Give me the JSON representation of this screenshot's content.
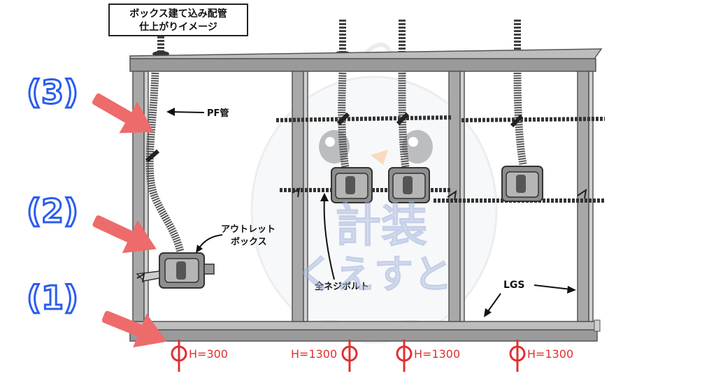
{
  "title": {
    "line1": "ボックス建て込み配管",
    "line2": "仕上がりイメージ"
  },
  "step_labels": [
    "(3)",
    "(2)",
    "(1)"
  ],
  "labels": {
    "pf_pipe": "PF管",
    "outlet_box_line1": "アウトレット",
    "outlet_box_line2": "ボックス",
    "full_bolt": "全ネジボルト",
    "lgs": "LGS"
  },
  "heights": [
    "H=300",
    "H=1300",
    "H=1300",
    "H=1300"
  ],
  "watermark": {
    "line1": "計装",
    "line2": "くえすと"
  },
  "colors": {
    "step_label": "#2a5cf0",
    "arrow": "#ee6b6b",
    "height_marker": "#e03030",
    "frame": "#8a8a8a",
    "frame_dark": "#3a3a3a",
    "watermark": "#b9c7e8"
  }
}
